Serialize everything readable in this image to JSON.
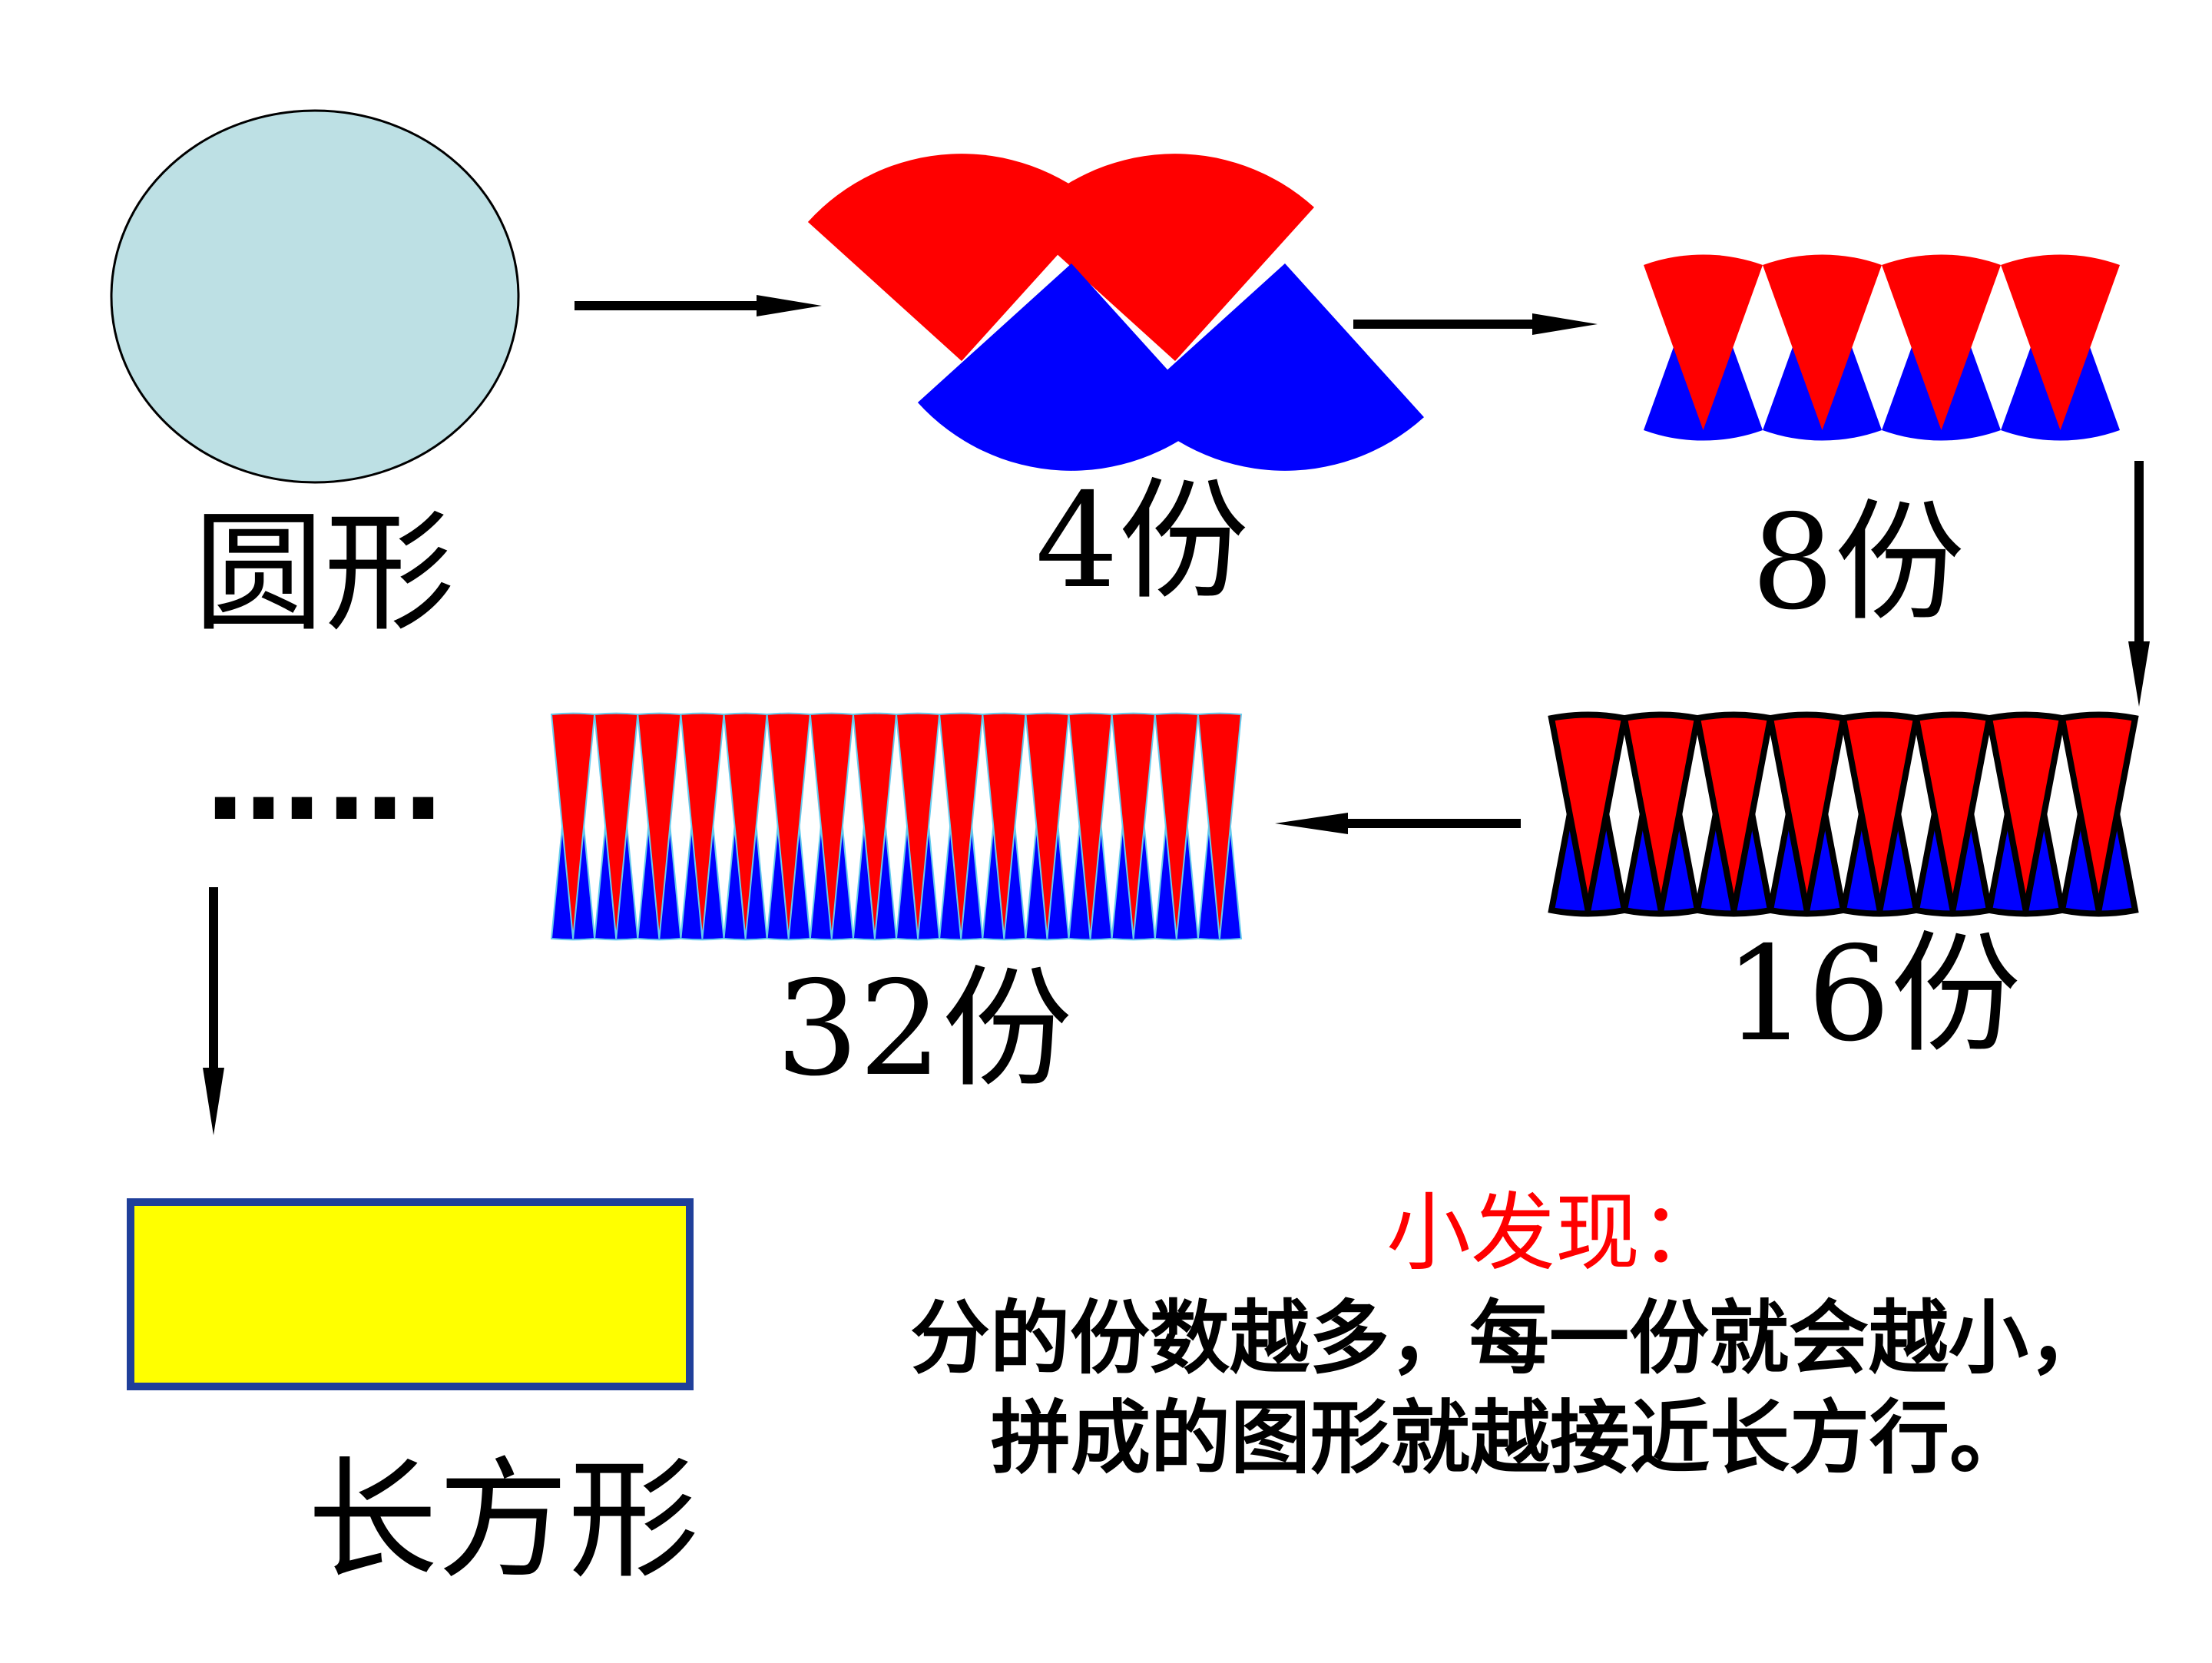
{
  "labels": {
    "circle": "圆形",
    "parts_4": "4份",
    "parts_8": "8份",
    "parts_16": "16份",
    "parts_32": "32份",
    "ellipsis": "……",
    "rectangle": "长方形"
  },
  "finding": {
    "title": "小发现：",
    "line1": "分的份数越多，每一份就会越小，",
    "line2": "拼成的图形就越接近长方行。"
  },
  "stages": [
    {
      "id": "parts-4",
      "count": 4
    },
    {
      "id": "parts-8",
      "count": 8
    },
    {
      "id": "parts-16",
      "count": 16
    },
    {
      "id": "parts-32",
      "count": 32
    }
  ],
  "colors": {
    "circle_fill": "#bde0e4",
    "top_sector": "#ff0000",
    "bottom_sector": "#0000ff",
    "rectangle_fill": "#ffff00",
    "rectangle_border": "#1f3f9a",
    "arrow": "#000000",
    "finding_title": "#ff0000"
  }
}
